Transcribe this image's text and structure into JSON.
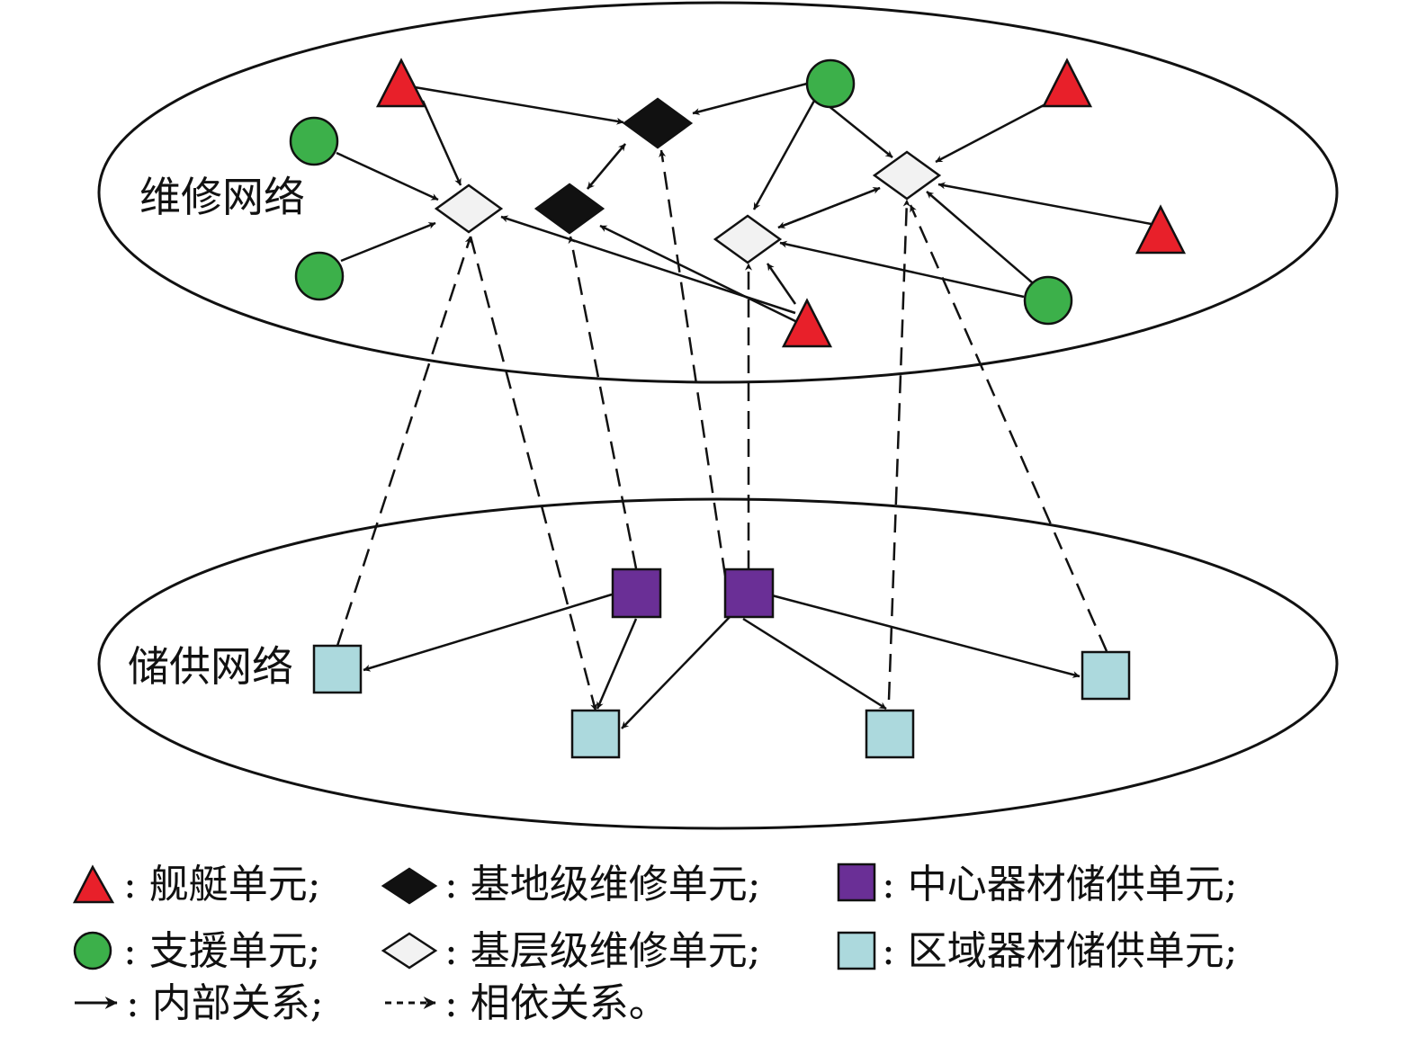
{
  "networks": {
    "maintenance": "维修网络",
    "supply": "储供网络"
  },
  "legend": {
    "ship": ": 舰艇单元;",
    "base_repair": ": 基地级维修单元;",
    "central_store": ": 中心器材储供单元;",
    "support": ": 支援单元;",
    "grassroots_repair": ": 基层级维修单元;",
    "regional_store": ": 区域器材储供单元;",
    "internal": ": 内部关系;",
    "interdependent": ": 相依关系。"
  },
  "colors": {
    "ship": "#e8202a",
    "support": "#3cb04a",
    "base_repair": "#111111",
    "grassroots_repair": "#f2f2f2",
    "central_store": "#6a2f96",
    "regional_store": "#acd9dd",
    "stroke": "#111111"
  },
  "node_types": {
    "ship": "triangle",
    "support": "circle",
    "base_repair": "diamond",
    "grassroots_repair": "diamond",
    "central_store": "square",
    "regional_store": "square"
  }
}
